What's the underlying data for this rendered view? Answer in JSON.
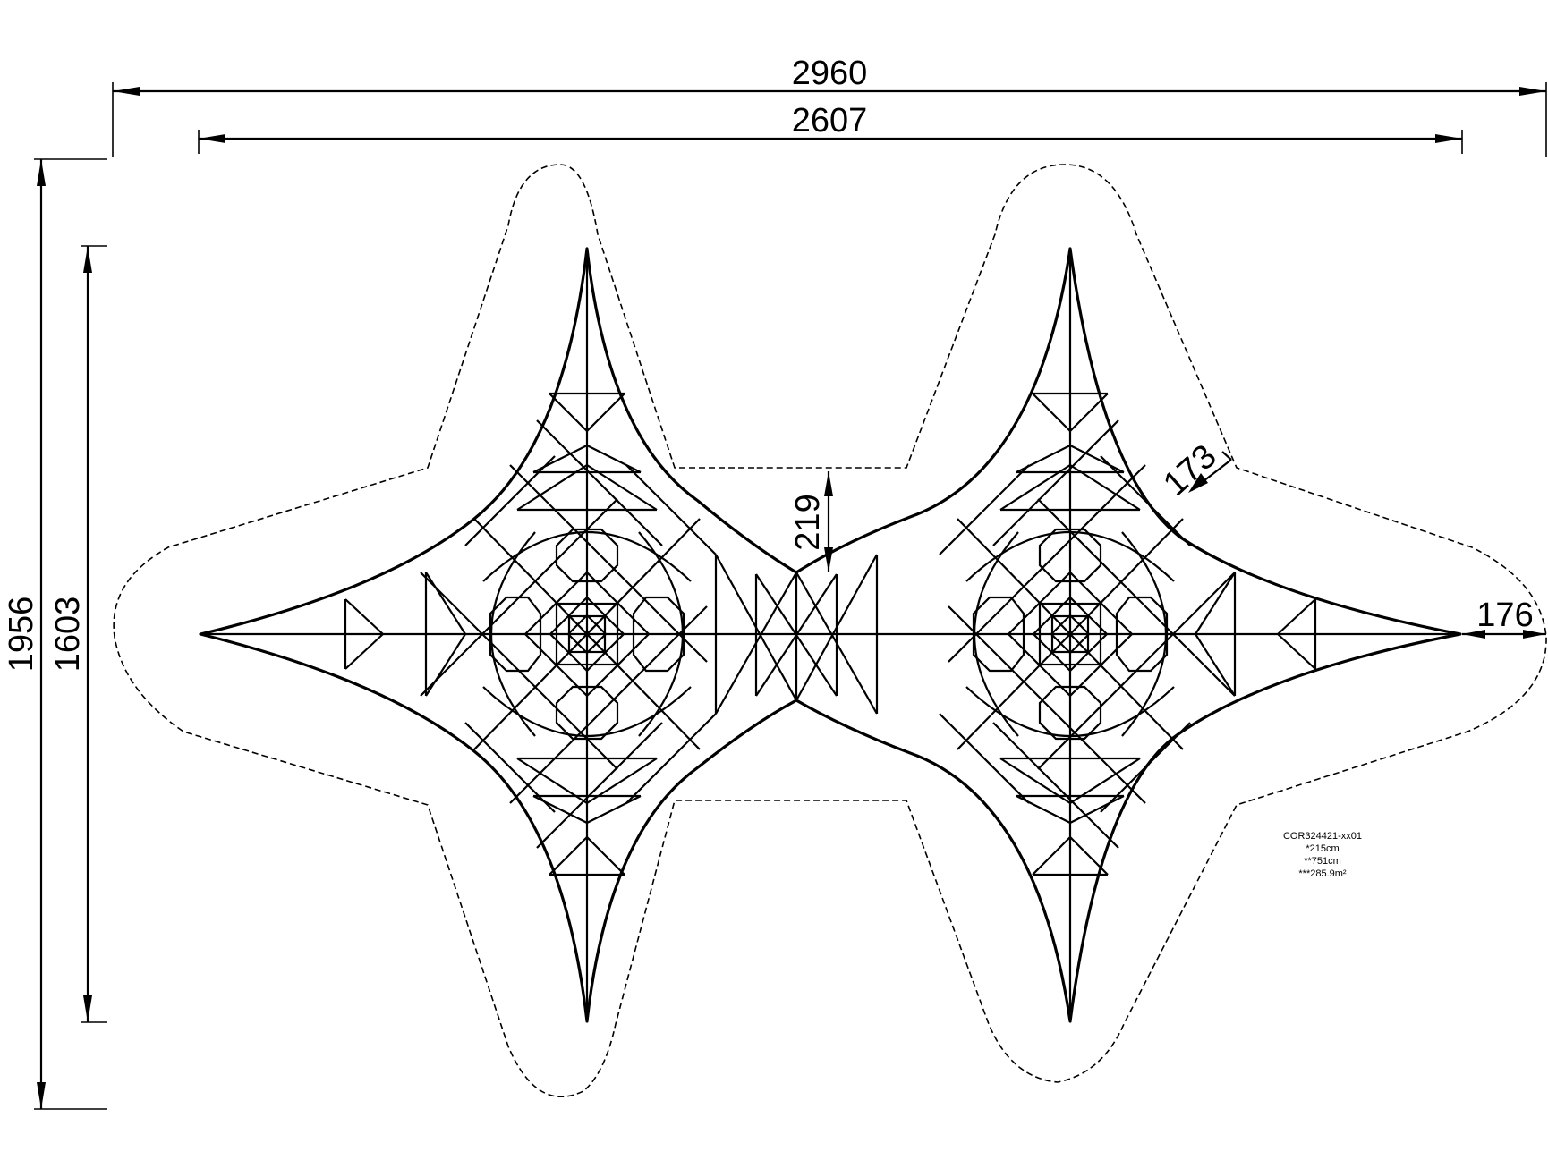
{
  "dimensions": {
    "overall_width": "2960",
    "net_width": "2607",
    "overall_height": "1956",
    "net_height": "1603",
    "middle_clearance": "219",
    "diagonal_clearance": "173",
    "side_clearance": "176"
  },
  "product_note": {
    "code": "COR324421-xx01",
    "height": "*215cm",
    "length": "**751cm",
    "area": "***285.9m²"
  }
}
